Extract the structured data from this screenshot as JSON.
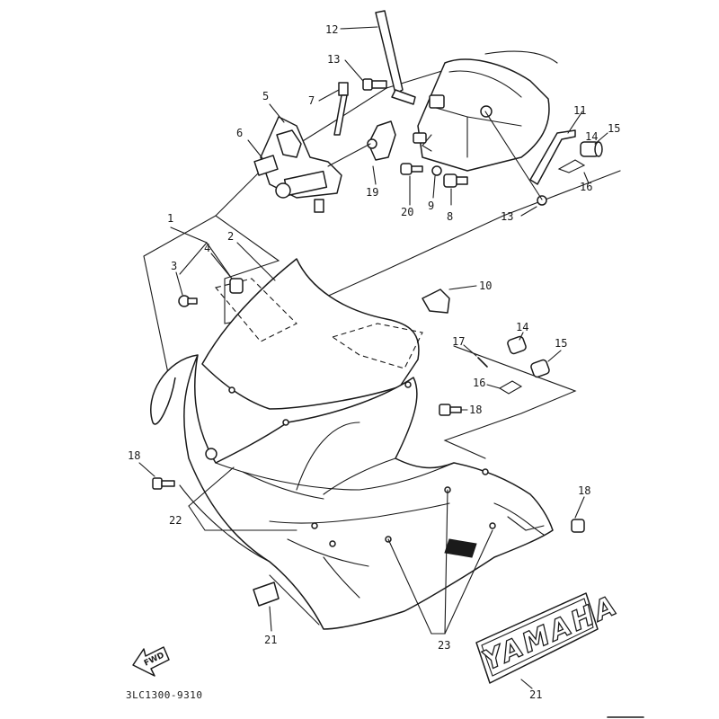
{
  "diagram": {
    "callouts": [
      "1",
      "2",
      "3",
      "4",
      "5",
      "6",
      "7",
      "8",
      "9",
      "10",
      "11",
      "12",
      "13",
      "13",
      "14",
      "14",
      "15",
      "15",
      "16",
      "16",
      "17",
      "18",
      "18",
      "18",
      "19",
      "20",
      "21",
      "21",
      "22",
      "23"
    ],
    "decal_text": "YAMAHA",
    "arrow_text": "FWD",
    "catalog_code": "3LC1300-9310",
    "colors": {
      "ink": "#1a1a1a",
      "paper": "#ffffff"
    }
  }
}
